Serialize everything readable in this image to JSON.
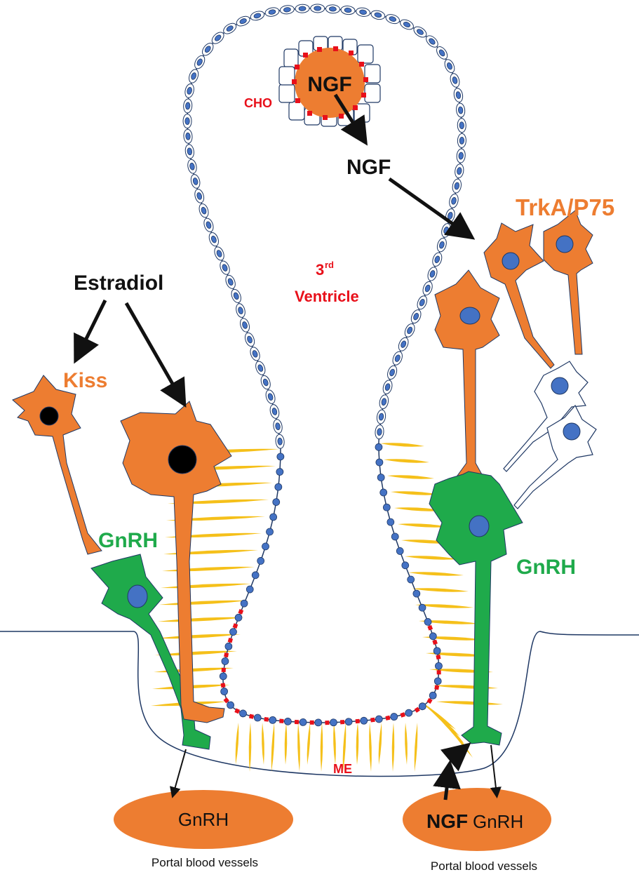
{
  "labels": {
    "ngf_choroid": "NGF",
    "cho": "CHO",
    "ngf_released": "NGF",
    "trka_p75": "TrkA/P75",
    "third": "3",
    "third_sup": "rd",
    "ventricle": "Ventricle",
    "estradiol": "Estradiol",
    "kiss": "Kiss",
    "gnrh_left": "GnRH",
    "gnrh_right": "GnRH",
    "me": "ME",
    "vessel_left_text": "GnRH",
    "vessel_right_ngf": "NGF",
    "vessel_right_gnrh": "GnRH",
    "portal_left": "Portal blood vessels",
    "portal_right": "Portal blood vessels"
  },
  "colors": {
    "orange": "#ed7d31",
    "green": "#1faa4b",
    "yellow": "#f5c01a",
    "blue_nucleus": "#4472c4",
    "outline": "#1f3864",
    "red_junction": "#e8101a",
    "text_black": "#111111"
  }
}
